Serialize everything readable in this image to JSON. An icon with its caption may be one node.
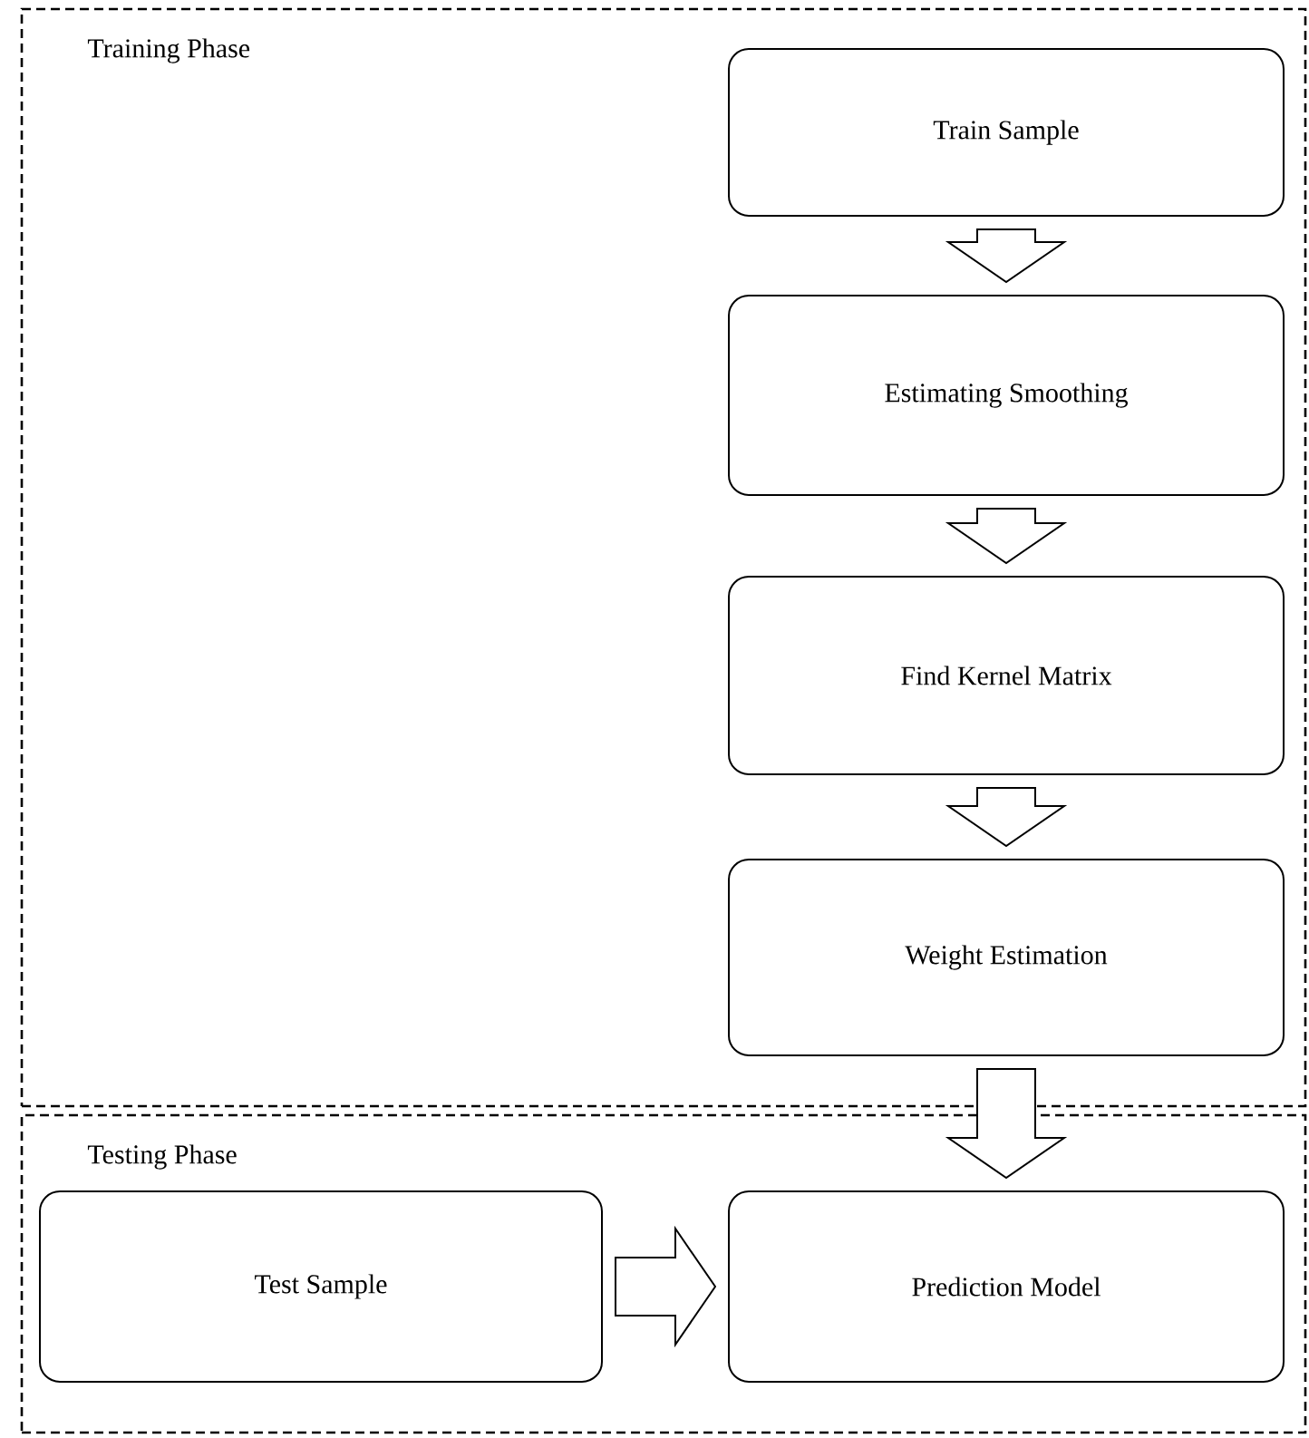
{
  "diagram": {
    "nodes": [
      {
        "text": [
          "Training Phase"
        ]
      },
      {
        "text": [
          "Train Sample"
        ],
        "in": 0
      },
      {
        "text": [
          "Estimating Smoothing"
        ],
        "in": 0
      },
      {
        "text": [
          "Find Kernel Matrix"
        ],
        "in": 0
      },
      {
        "text": [
          "Weight Estimation"
        ],
        "in": 0
      },
      {
        "text": [
          "Testing Phase"
        ]
      },
      {
        "text": [
          "Test Sample"
        ],
        "in": 5
      },
      {
        "text": [
          "Prediction Model"
        ],
        "in": 5
      }
    ],
    "edges": [
      {
        "from": 1,
        "to": 2,
        "arrow": "to"
      },
      {
        "from": 2,
        "to": 3,
        "arrow": "to"
      },
      {
        "from": 3,
        "to": 4,
        "arrow": "to"
      },
      {
        "from": 4,
        "to": 7,
        "arrow": "to"
      },
      {
        "from": 6,
        "to": 7,
        "arrow": "to"
      }
    ]
  }
}
